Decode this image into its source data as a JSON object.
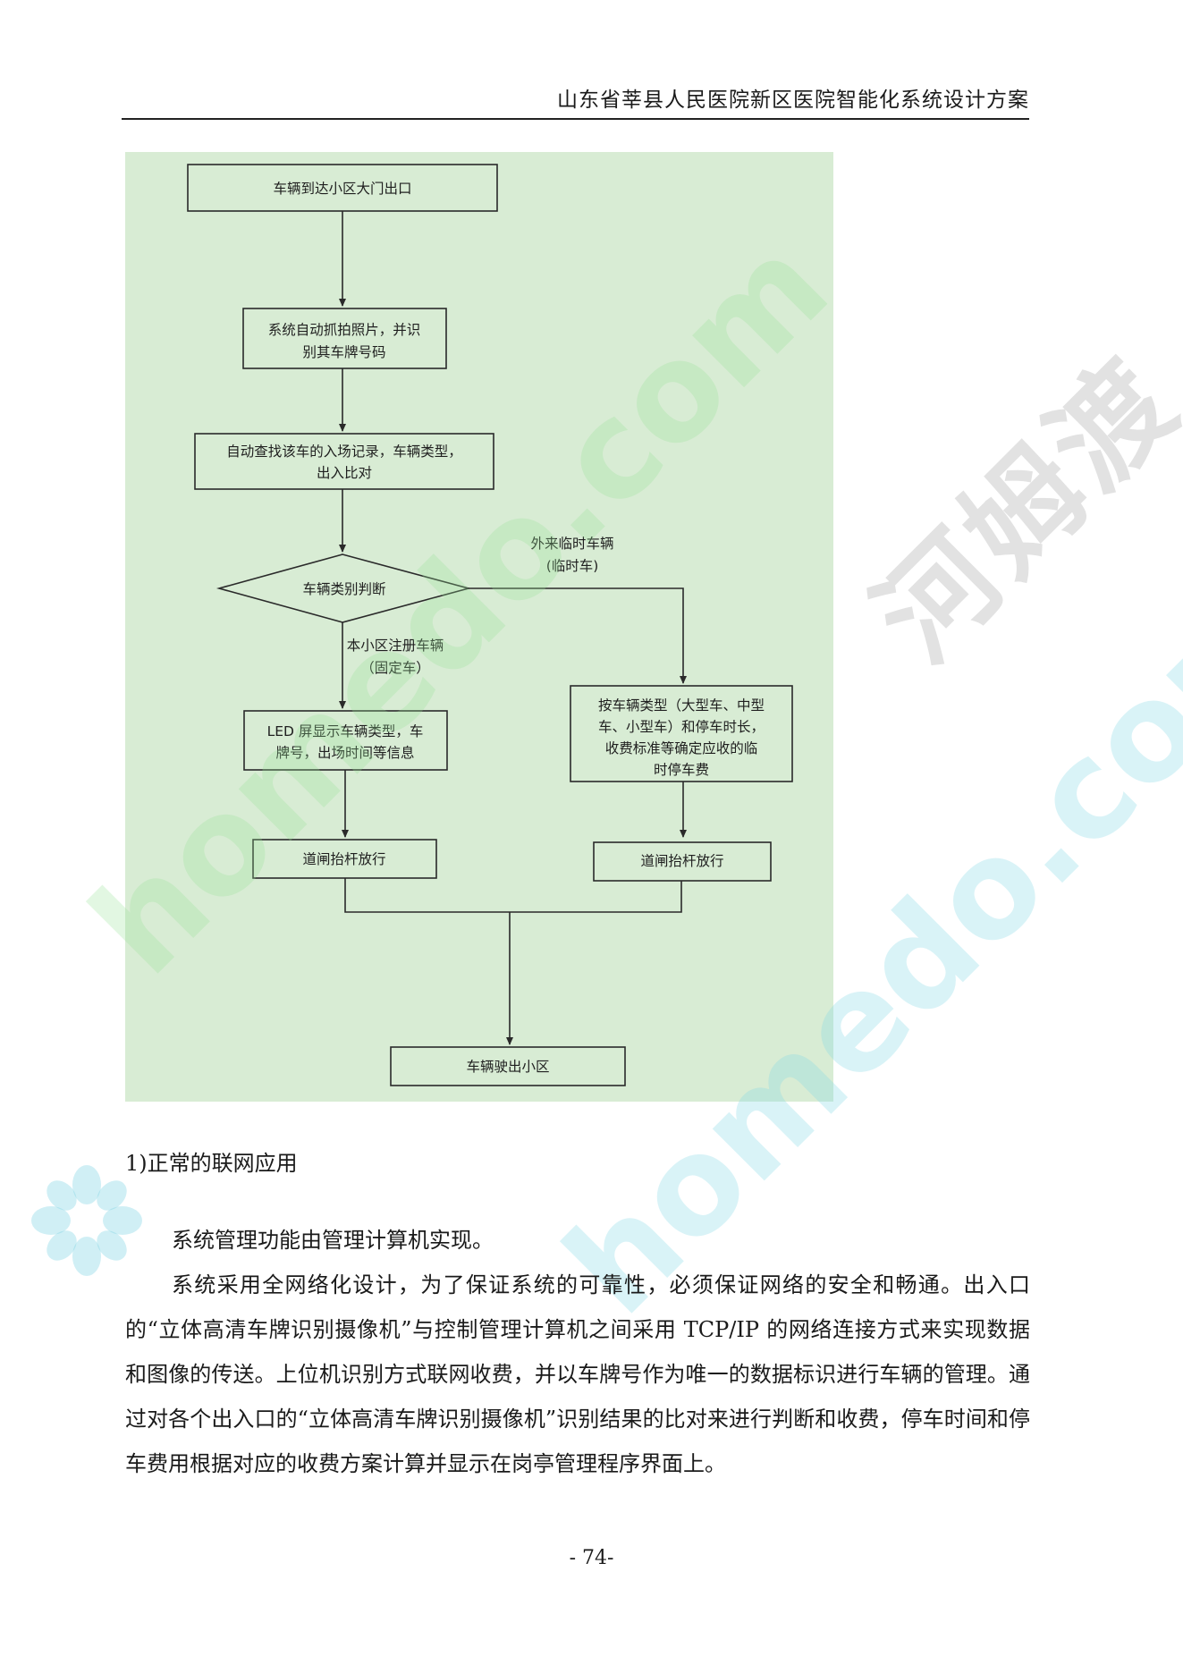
{
  "header": {
    "title": "山东省莘县人民医院新区医院智能化系统设计方案"
  },
  "flowchart": {
    "start": "车辆到达小区大门出口",
    "capture": [
      "系统自动抓拍照片，并识",
      "别其车牌号码"
    ],
    "lookup": [
      "自动查找该车的入场记录，车辆类型，",
      "出入比对"
    ],
    "decision": "车辆类别判断",
    "branch_temp": [
      "外来临时车辆",
      "(临时车)"
    ],
    "branch_fixed": [
      "本小区注册车辆",
      "（固定车）"
    ],
    "led_display": [
      "LED 屏显示车辆类型，车",
      "牌号，出场时间等信息"
    ],
    "fee_calc": [
      "按车辆类型（大型车、中型",
      "车、小型车）和停车时长，",
      "收费标准等确定应收的临",
      "时停车费"
    ],
    "gate_left": "道闸抬杆放行",
    "gate_right": "道闸抬杆放行",
    "end": "车辆驶出小区",
    "background_color": "#d8ecd4"
  },
  "watermarks": {
    "latin_1": "homedo.com",
    "latin_2": "homedo.com",
    "cjk": "河姆渡"
  },
  "content": {
    "heading": "1)正常的联网应用",
    "paragraph_1": "系统管理功能由管理计算机实现。",
    "paragraph_2": "系统采用全网络化设计，为了保证系统的可靠性，必须保证网络的安全和畅通。出入口的“立体高清车牌识别摄像机”与控制管理计算机之间采用 TCP/IP 的网络连接方式来实现数据和图像的传送。上位机识别方式联网收费，并以车牌号作为唯一的数据标识进行车辆的管理。通过对各个出入口的“立体高清车牌识别摄像机”识别结果的比对来进行判断和收费，停车时间和停车费用根据对应的收费方案计算并显示在岗亭管理程序界面上。"
  },
  "footer": {
    "page_number": "- 74-"
  }
}
